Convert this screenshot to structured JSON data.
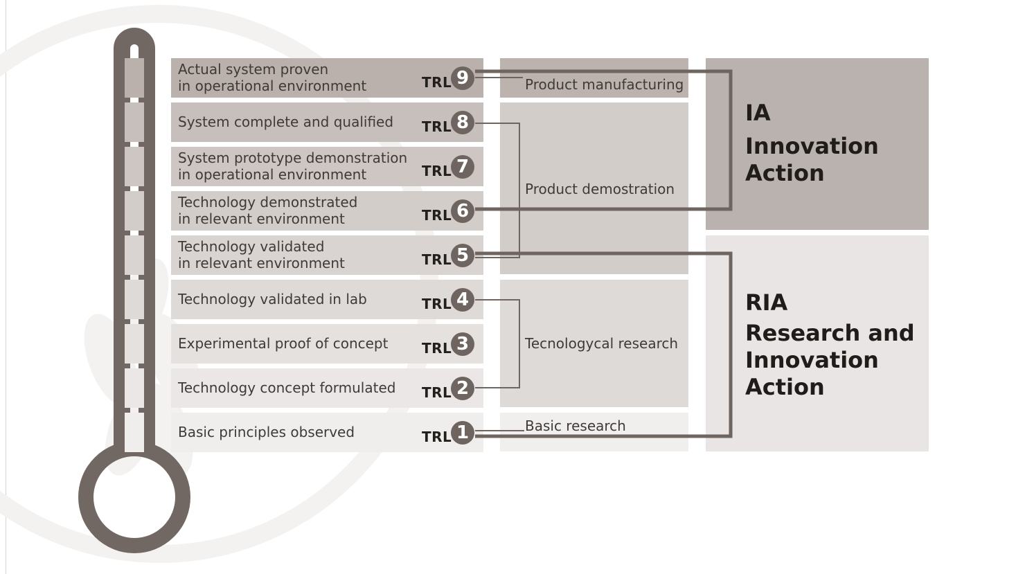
{
  "levels": [
    {
      "trl_prefix": "TRL",
      "number": "9",
      "lines": [
        "Actual system proven",
        "in operational environment"
      ]
    },
    {
      "trl_prefix": "TRL",
      "number": "8",
      "lines": [
        "System complete and qualified"
      ]
    },
    {
      "trl_prefix": "TRL",
      "number": "7",
      "lines": [
        "System prototype demonstration",
        "in operational environment"
      ]
    },
    {
      "trl_prefix": "TRL",
      "number": "6",
      "lines": [
        "Technology demonstrated",
        "in relevant environment"
      ]
    },
    {
      "trl_prefix": "TRL",
      "number": "5",
      "lines": [
        "Technology validated",
        "in relevant environment"
      ]
    },
    {
      "trl_prefix": "TRL",
      "number": "4",
      "lines": [
        "Technology validated in lab"
      ]
    },
    {
      "trl_prefix": "TRL",
      "number": "3",
      "lines": [
        "Experimental proof of concept"
      ]
    },
    {
      "trl_prefix": "TRL",
      "number": "2",
      "lines": [
        "Technology concept formulated"
      ]
    },
    {
      "trl_prefix": "TRL",
      "number": "1",
      "lines": [
        "Basic principles observed"
      ]
    }
  ],
  "phases": {
    "manufacturing": "Product manufacturing",
    "demonstration": "Product demostration",
    "research": "Tecnologycal research",
    "basic": "Basic research"
  },
  "actions": {
    "ia": {
      "code": "IA",
      "name": [
        "Innovation",
        "Action"
      ]
    },
    "ria": {
      "code": "RIA",
      "name": [
        "Research and",
        "Innovation",
        "Action"
      ]
    }
  },
  "colors": {
    "level_fills": [
      "#bab1ad",
      "#c7bfbc",
      "#cdc6c3",
      "#d3cdca",
      "#d9d4d1",
      "#dedad8",
      "#e4e1df",
      "#eae7e6",
      "#f0eeed"
    ],
    "thermometer": "#726863",
    "connector": "#6f6560",
    "badge": "#6f6560",
    "phase_manufacturing": "#bcb3af",
    "phase_demonstration": "#d3cdca",
    "phase_research": "#dedad8",
    "phase_basic": "#f1efee",
    "action_ia": "#bab2ae",
    "action_ria": "#e9e5e4",
    "watermark": "#f4f2f1"
  },
  "icons": {
    "thermometer": "thermometer-icon",
    "watermark": "wheat-watermark-icon"
  }
}
